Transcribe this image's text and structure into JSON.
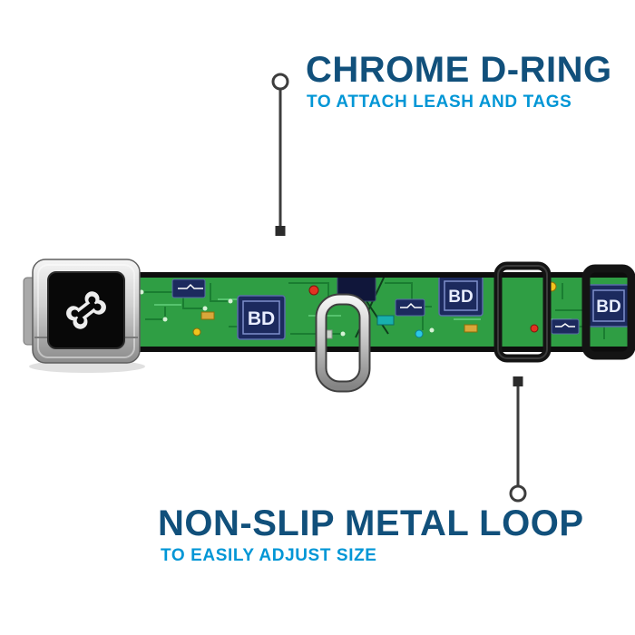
{
  "callouts": {
    "top": {
      "title": "CHROME D-RING",
      "subtitle": "TO ATTACH LEASH AND TAGS"
    },
    "bottom": {
      "title": "NON-SLIP METAL LOOP",
      "subtitle": "TO EASILY ADJUST SIZE"
    }
  },
  "collar": {
    "chip_label": "BD"
  },
  "icons": {
    "buckle_logo": "dog-bone-icon",
    "top_marker": "callout-circle-and-square",
    "bottom_marker": "callout-circle-and-square"
  },
  "colors": {
    "title_text": "#11507b",
    "subtitle_text": "#0096d6",
    "board_green": "#2f9e44",
    "trace_dark_green": "#1a7d31",
    "chip_navy": "#1c2a5e",
    "leader_line": "#3d3d3d",
    "webbing_edge": "#0d0d0d",
    "chrome_light": "#f2f2f2",
    "chrome_dark": "#8a8a8a"
  }
}
